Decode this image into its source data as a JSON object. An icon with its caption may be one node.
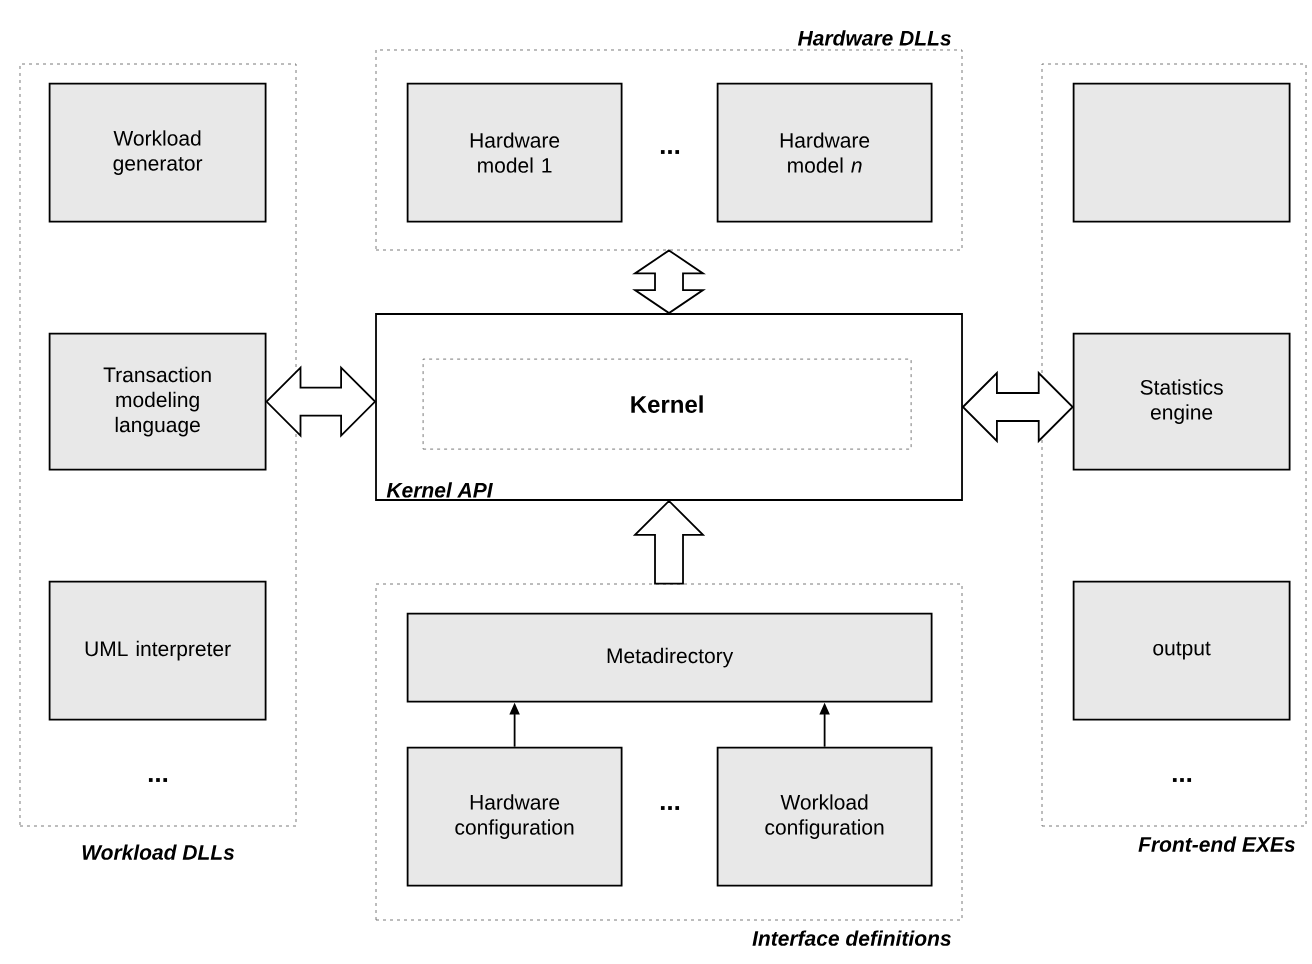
{
  "diagram": {
    "nodes": [
      {
        "text": [
          "Workload DLLs"
        ]
      },
      {
        "text": [
          "Workload generator"
        ],
        "in": 0
      },
      {
        "text": [
          "Transaction modeling language"
        ],
        "in": 0
      },
      {
        "text": [
          "UML interpreter"
        ],
        "in": 0
      },
      {
        "text": [
          "Hardware DLLs"
        ]
      },
      {
        "text": [
          "Hardware model 1"
        ],
        "in": 4
      },
      {
        "text": [
          "Hardware model *n*"
        ],
        "in": 4
      },
      {
        "text": [
          "Kernel API"
        ]
      },
      {
        "text": [
          "Kernel"
        ],
        "in": 7
      },
      {
        "text": [
          "Interface definitions"
        ]
      },
      {
        "text": [
          "Metadirectory"
        ],
        "in": 9
      },
      {
        "text": [
          "Hardware configuration"
        ],
        "in": 9
      },
      {
        "text": [
          "Workload configuration"
        ],
        "in": 9
      },
      {
        "text": [
          "Front-end EXEs"
        ]
      },
      {
        "text": [],
        "shape": "box",
        "in": 13
      },
      {
        "text": [
          "Statistics engine"
        ],
        "in": 13
      },
      {
        "text": [
          "output"
        ],
        "in": 13
      }
    ],
    "edges": [
      {
        "from": 4,
        "to": 7,
        "arrow": "both",
        "style": "thick"
      },
      {
        "from": 2,
        "to": 7,
        "arrow": "both",
        "style": "thick"
      },
      {
        "from": 7,
        "to": 15,
        "arrow": "both",
        "style": "thick"
      },
      {
        "from": 9,
        "to": 7,
        "arrow": "to",
        "style": "thick"
      },
      {
        "from": 11,
        "to": 10,
        "arrow": "to"
      },
      {
        "from": 12,
        "to": 10,
        "arrow": "to"
      }
    ],
    "labels": [
      "...",
      "...",
      "...",
      "..."
    ]
  }
}
